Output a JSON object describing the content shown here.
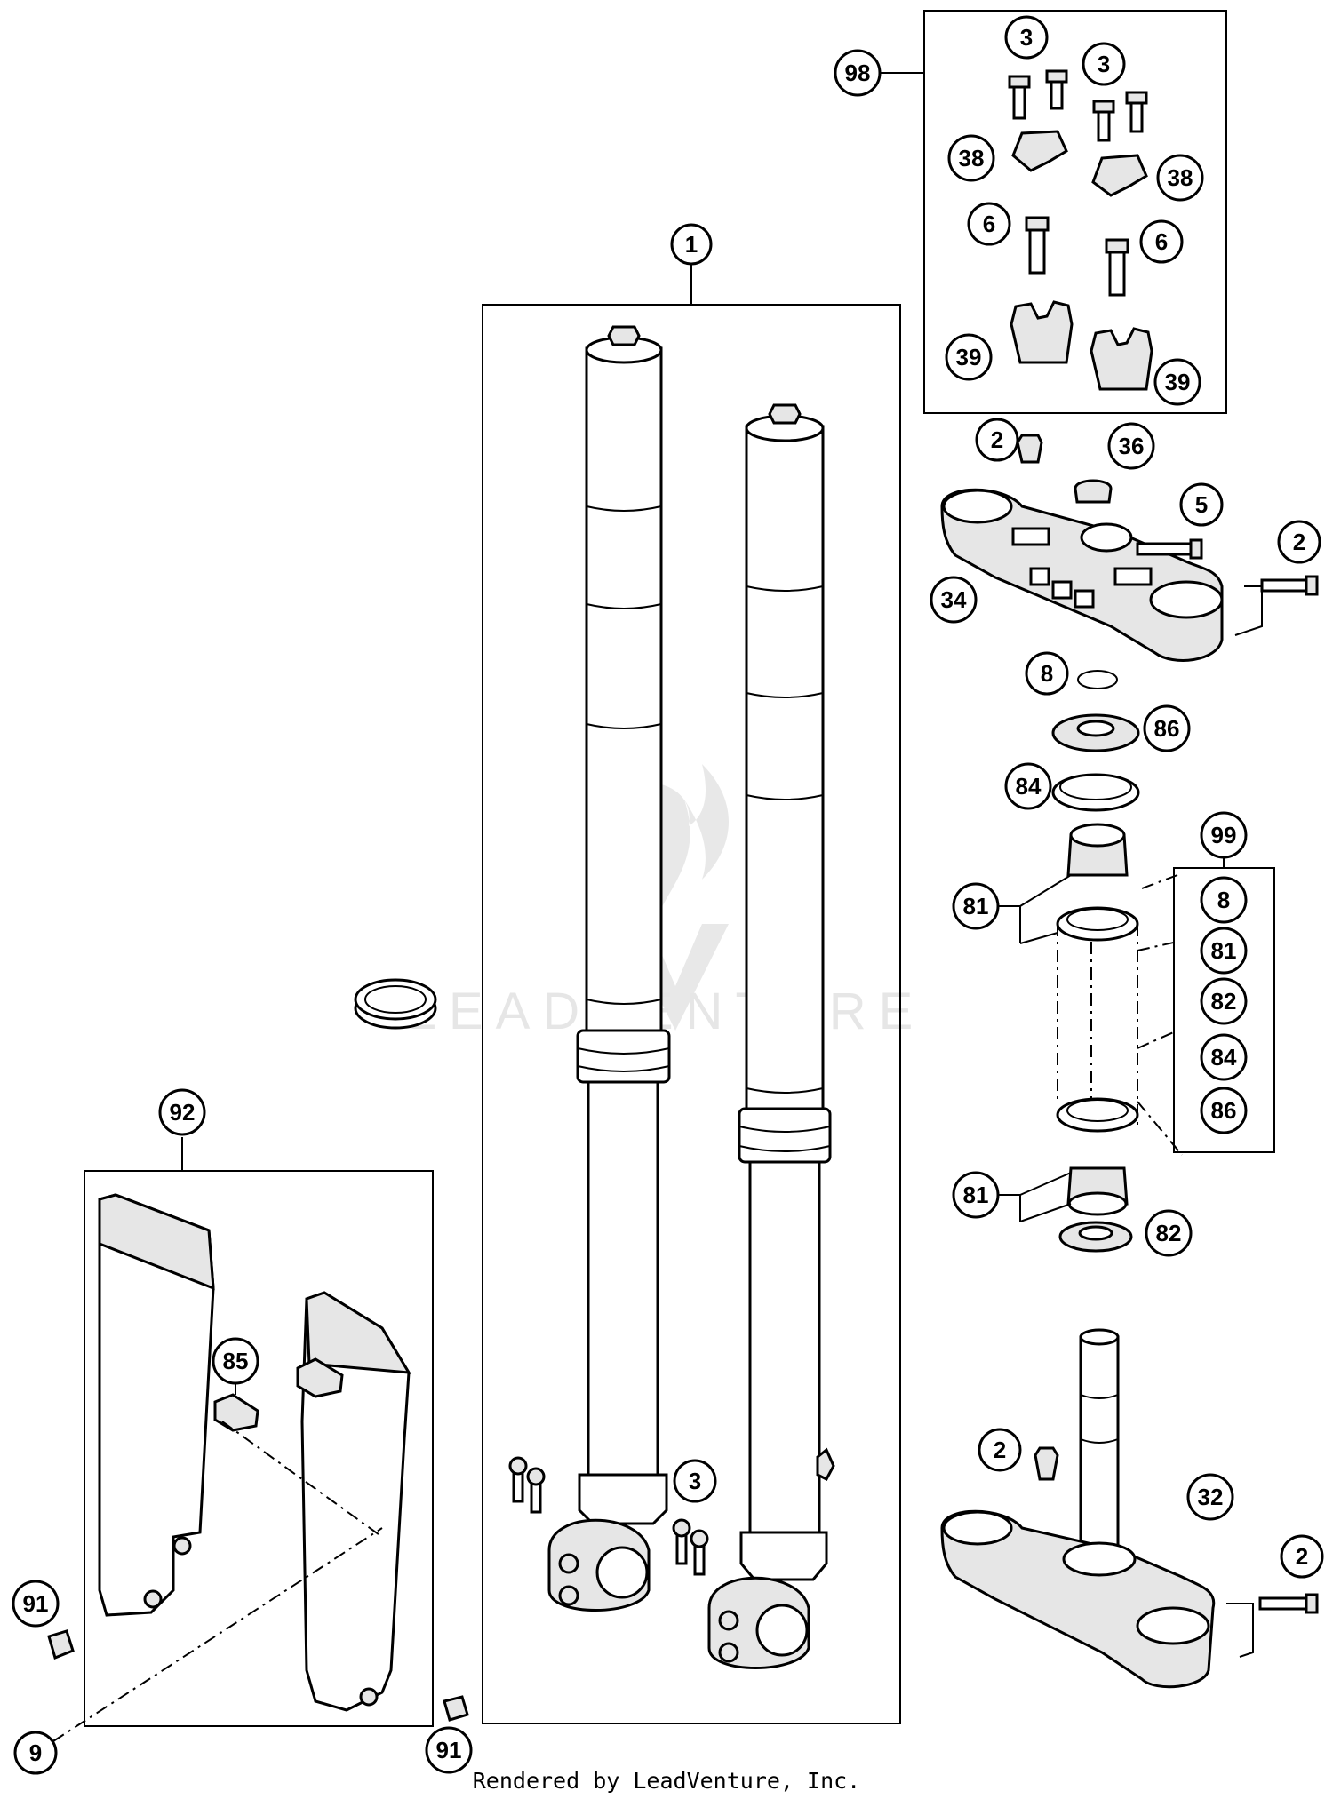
{
  "footer": "Rendered by LeadVenture, Inc.",
  "watermark": "LEADVENTURE",
  "callouts": {
    "c1": "1",
    "c2a": "2",
    "c2b": "2",
    "c2c": "2",
    "c2d": "2",
    "c3a": "3",
    "c3b": "3",
    "c3c": "3",
    "c5": "5",
    "c6a": "6",
    "c6b": "6",
    "c8": "8",
    "c9": "9",
    "c32": "32",
    "c34": "34",
    "c36": "36",
    "c38a": "38",
    "c38b": "38",
    "c39a": "39",
    "c39b": "39",
    "c81a": "81",
    "c81b": "81",
    "c82": "82",
    "c84": "84",
    "c85": "85",
    "c86": "86",
    "c91a": "91",
    "c91b": "91",
    "c92": "92",
    "c98": "98",
    "c99": "99"
  },
  "kit99": [
    "8",
    "81",
    "82",
    "84",
    "86"
  ]
}
